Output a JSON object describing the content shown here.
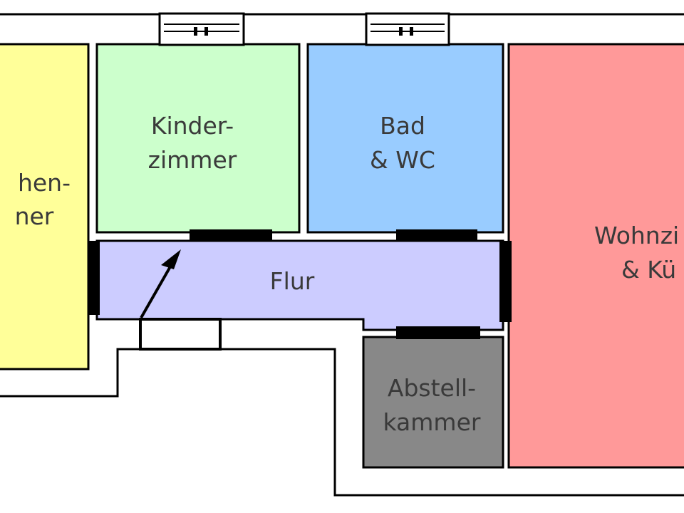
{
  "rooms": {
    "left_room": {
      "line1": "hen-",
      "line2": "ner",
      "color": "#ffff99"
    },
    "kinderzimmer": {
      "line1": "Kinder-",
      "line2": "zimmer",
      "color": "#ccffcc"
    },
    "bad": {
      "line1": "Bad",
      "line2": "& WC",
      "color": "#99ccff"
    },
    "wohnzimmer": {
      "line1": "Wohnzi",
      "line2": "& Kü",
      "color": "#ff9999"
    },
    "flur": {
      "line1": "Flur",
      "color": "#ccccff"
    },
    "abstellkammer": {
      "line1": "Abstell-",
      "line2": "kammer",
      "color": "#888888"
    }
  },
  "colors": {
    "wall": "#000000",
    "background": "#ffffff",
    "label_text": "#3a3a3a"
  }
}
